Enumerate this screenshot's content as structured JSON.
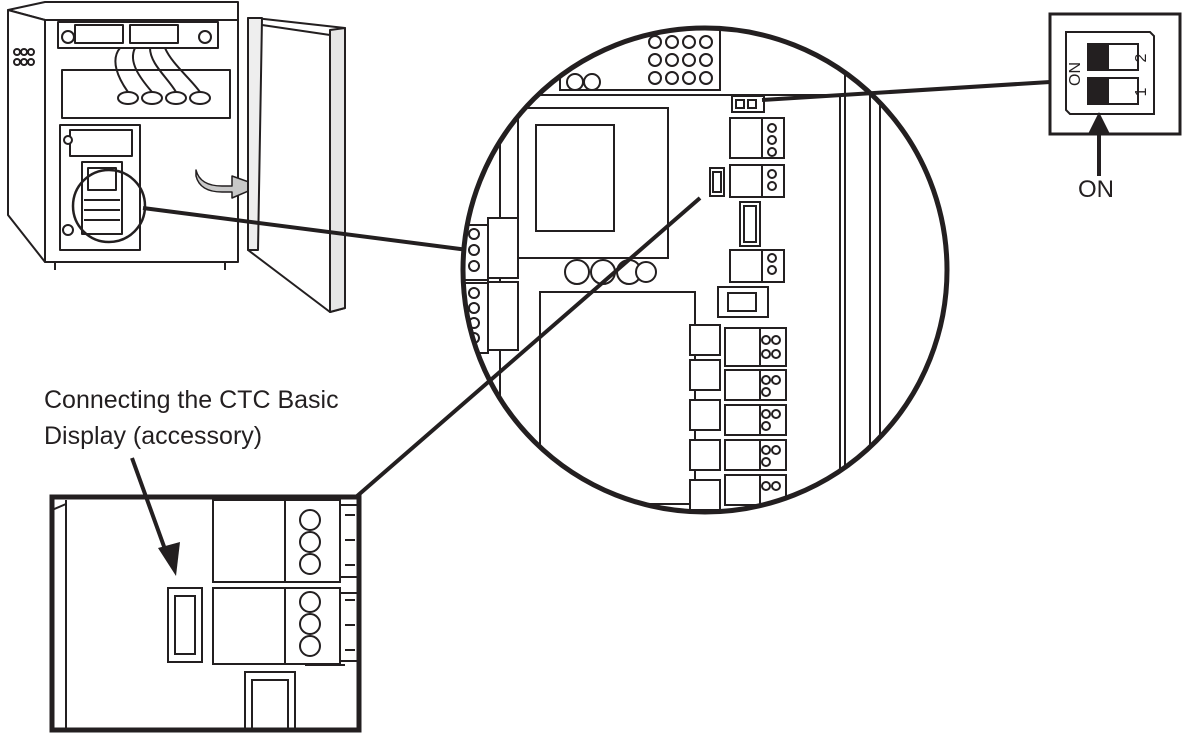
{
  "callout": {
    "line1": "Connecting the CTC Basic",
    "line2": "Display (accessory)"
  },
  "dip_switch": {
    "on_text": "ON",
    "switch_1": "1",
    "switch_2": "2",
    "arrow_label": "ON"
  },
  "colors": {
    "line": "#231f20",
    "background": "#ffffff",
    "switch_body": "#231f20"
  }
}
